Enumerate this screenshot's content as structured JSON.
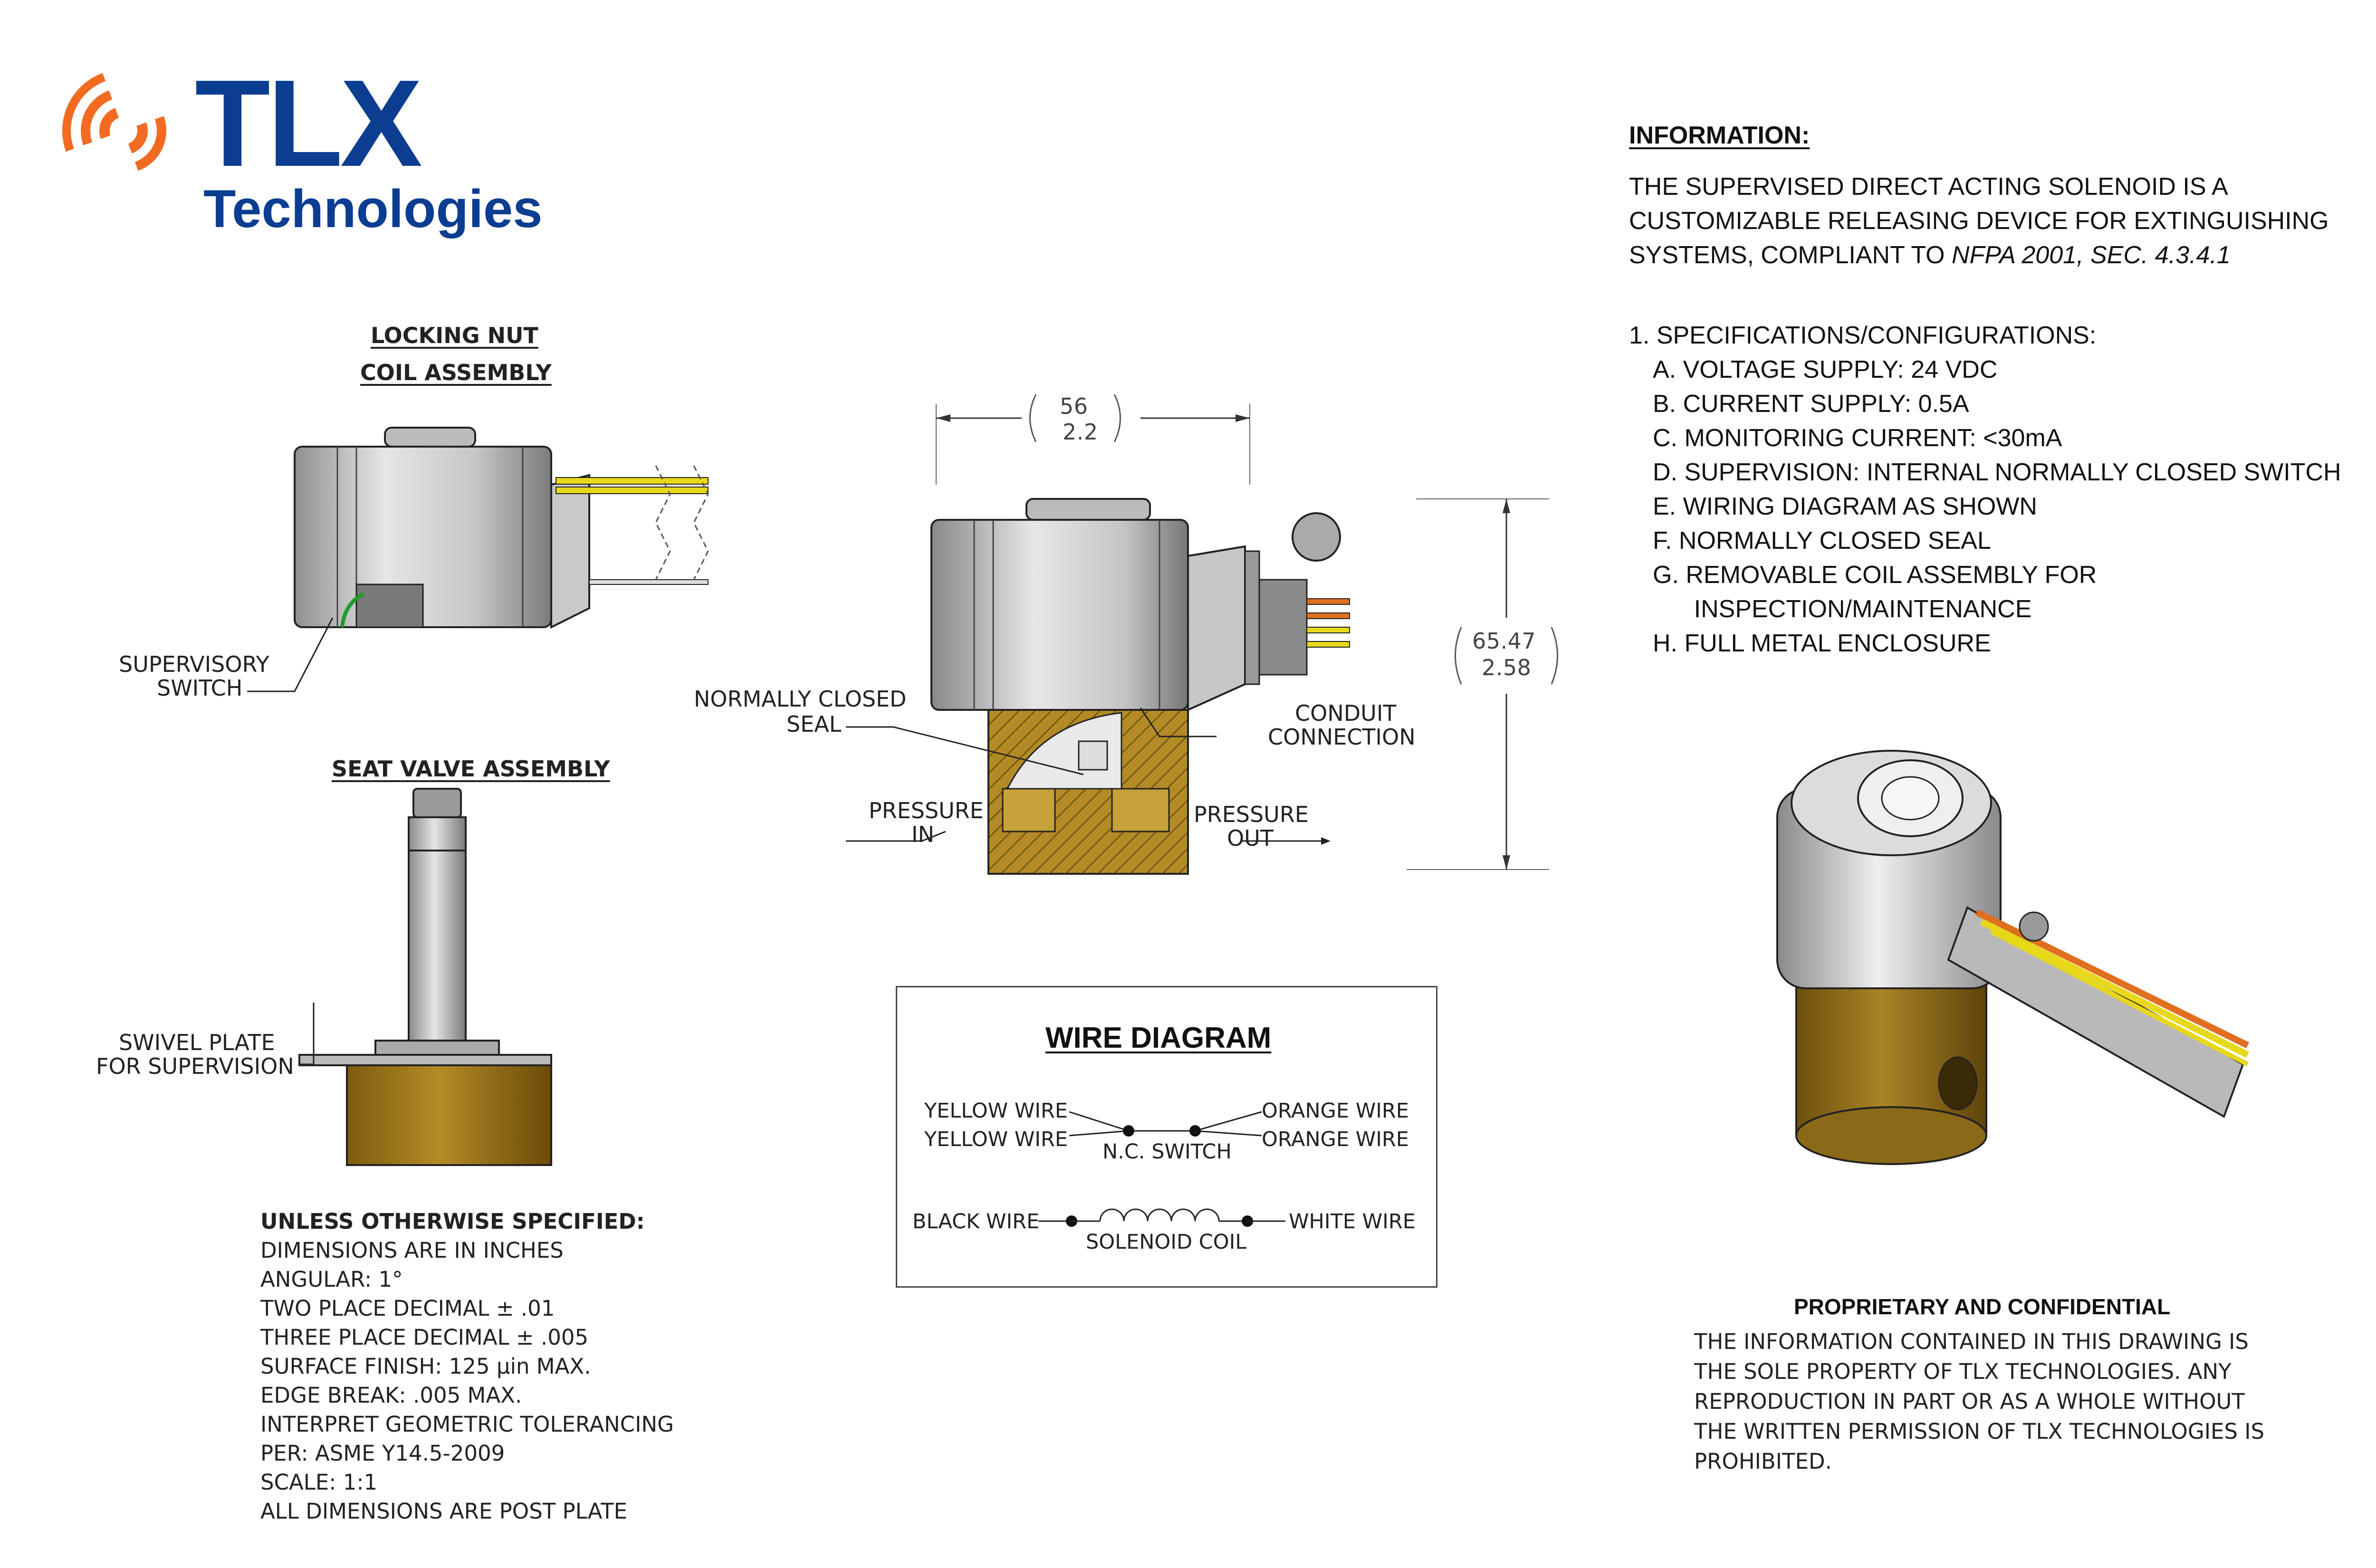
{
  "logo": {
    "brand": "TLX",
    "subtitle": "Technologies",
    "color_primary": "#0b3d91",
    "color_accent": "#f26b21"
  },
  "views": {
    "coil_title_1": "LOCKING NUT",
    "coil_title_2": "COIL ASSEMBLY",
    "seat_title": "SEAT  VALVE ASSEMBLY",
    "supervisory_switch_1": "SUPERVISORY",
    "supervisory_switch_2": "SWITCH",
    "swivel_plate_1": "SWIVEL PLATE",
    "swivel_plate_2": "FOR SUPERVISION",
    "nc_seal_1": "NORMALLY CLOSED",
    "nc_seal_2": "SEAL",
    "conduit_1": "CONDUIT",
    "conduit_2": "CONNECTION",
    "pressure_in_1": "PRESSURE",
    "pressure_in_2": "IN",
    "pressure_out_1": "PRESSURE",
    "pressure_out_2": "OUT"
  },
  "dimensions": {
    "width_mm": "56",
    "width_in": "2.2",
    "height_mm": "65.47",
    "height_in": "2.58"
  },
  "information": {
    "heading": "INFORMATION:",
    "intro_1": "THE SUPERVISED DIRECT ACTING SOLENOID IS A",
    "intro_2": "CUSTOMIZABLE RELEASING DEVICE FOR EXTINGUISHING",
    "intro_3_prefix": "SYSTEMS, COMPLIANT TO ",
    "intro_3_italic": "NFPA 2001, SEC. 4.3.4.1",
    "spec_heading": "1. SPECIFICATIONS/CONFIGURATIONS:",
    "specs": [
      "A.  VOLTAGE SUPPLY: 24 VDC",
      "B.  CURRENT SUPPLY: 0.5A",
      "C.  MONITORING CURRENT: <30mA",
      "D.  SUPERVISION:  INTERNAL NORMALLY CLOSED SWITCH",
      "E.  WIRING DIAGRAM AS SHOWN",
      "F.  NORMALLY CLOSED SEAL",
      "G.  REMOVABLE COIL ASSEMBLY FOR",
      "      INSPECTION/MAINTENANCE",
      "H.  FULL METAL ENCLOSURE"
    ]
  },
  "wire_diagram": {
    "title": "WIRE DIAGRAM",
    "yellow_1": "YELLOW WIRE",
    "yellow_2": "YELLOW WIRE",
    "orange_1": "ORANGE WIRE",
    "orange_2": "ORANGE WIRE",
    "switch": "N.C. SWITCH",
    "black": "BLACK WIRE",
    "white": "WHITE WIRE",
    "coil": "SOLENOID COIL"
  },
  "notes": {
    "heading": "UNLESS OTHERWISE SPECIFIED:",
    "lines": [
      "DIMENSIONS ARE IN INCHES",
      "ANGULAR: 1°",
      "TWO PLACE DECIMAL  ± .01",
      "THREE PLACE DECIMAL  ± .005",
      "SURFACE FINISH: 125 µin MAX.",
      "EDGE BREAK: .005 MAX.",
      "INTERPRET GEOMETRIC TOLERANCING",
      "PER: ASME Y14.5-2009",
      "SCALE: 1:1",
      "ALL DIMENSIONS ARE POST PLATE"
    ]
  },
  "proprietary": {
    "heading": "PROPRIETARY AND CONFIDENTIAL",
    "lines": [
      "THE INFORMATION CONTAINED IN THIS DRAWING IS",
      "THE SOLE PROPERTY OF TLX TECHNOLOGIES.  ANY",
      "REPRODUCTION IN PART OR AS A WHOLE WITHOUT",
      "THE WRITTEN PERMISSION OF TLX TECHNOLOGIES IS",
      "PROHIBITED."
    ]
  }
}
